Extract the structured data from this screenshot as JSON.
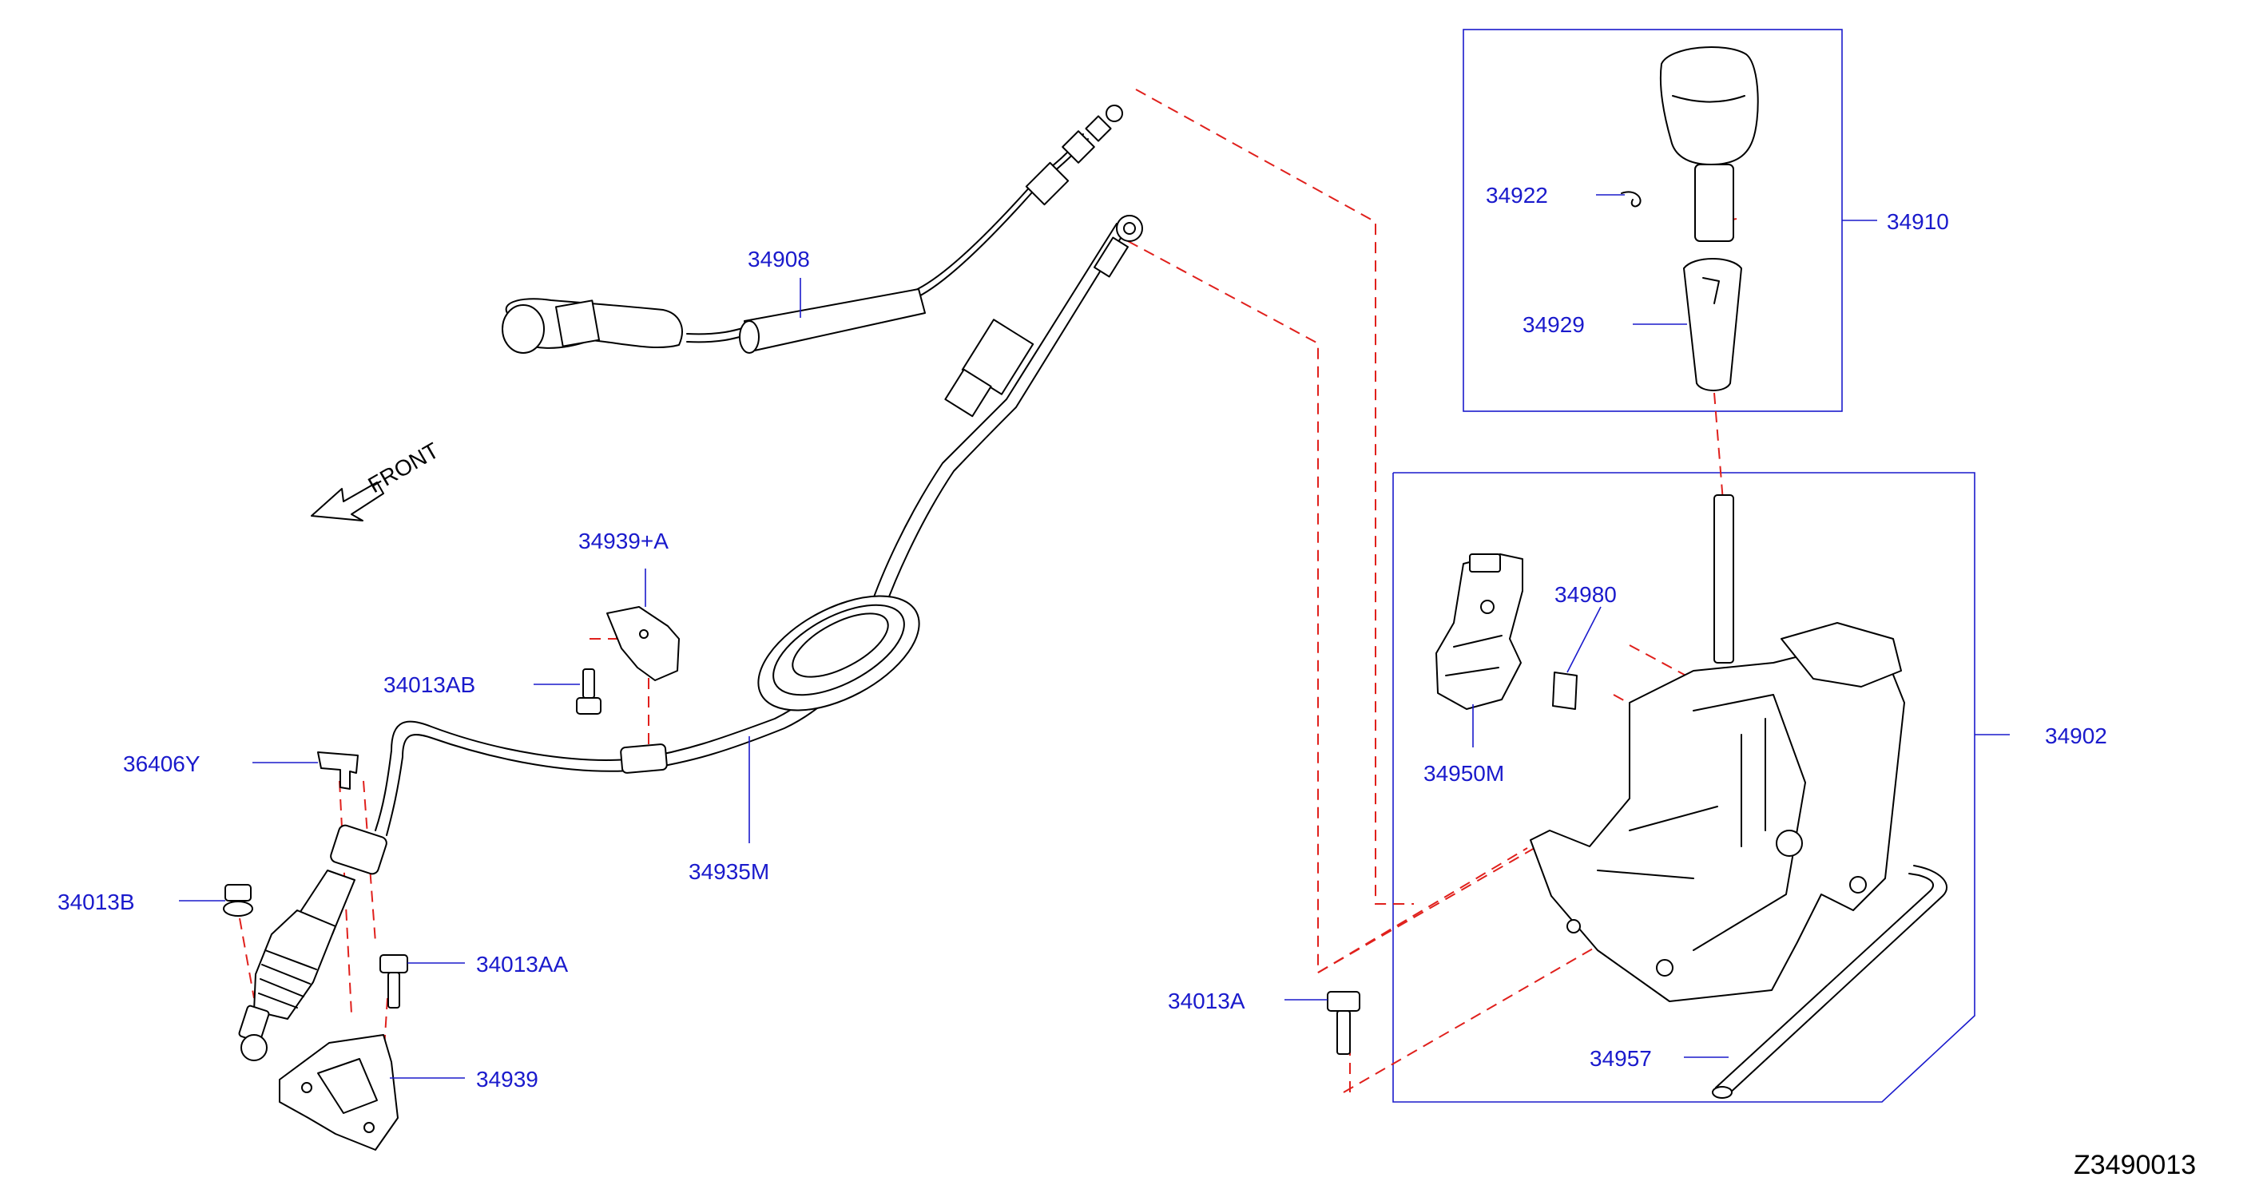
{
  "diagram_id": "Z3490013",
  "direction_label": "FRONT",
  "parts": {
    "p34908": "34908",
    "p34922": "34922",
    "p34910": "34910",
    "p34929": "34929",
    "p34939A": "34939+A",
    "p34013AB": "34013AB",
    "p36406Y": "36406Y",
    "p34013B": "34013B",
    "p34935M": "34935M",
    "p34013AA": "34013AA",
    "p34939": "34939",
    "p34980": "34980",
    "p34950M": "34950M",
    "p34902": "34902",
    "p34013A": "34013A",
    "p34957": "34957"
  },
  "colors": {
    "label": "#1a1acc",
    "dash": "#e0201c",
    "line": "#000000"
  }
}
